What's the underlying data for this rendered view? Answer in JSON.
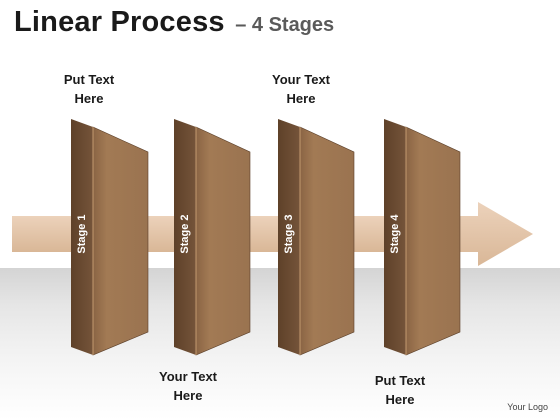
{
  "header": {
    "title": "Linear Process",
    "subtitle": "– 4 Stages"
  },
  "stages": [
    {
      "label": "Stage 1"
    },
    {
      "label": "Stage 2"
    },
    {
      "label": "Stage 3"
    },
    {
      "label": "Stage 4"
    }
  ],
  "callouts": {
    "top_1": {
      "line1": "Put Text",
      "line2": "Here"
    },
    "top_2": {
      "line1": "Your Text",
      "line2": "Here"
    },
    "bottom_1": {
      "line1": "Your Text",
      "line2": "Here"
    },
    "bottom_2": {
      "line1": "Put Text",
      "line2": "Here"
    }
  },
  "footer": {
    "logo": "Your Logo"
  },
  "colors": {
    "arrow": "#e2c3a8",
    "panel_front": "#a27a54",
    "panel_side": "#6b4c32",
    "title": "#1a1a1a",
    "subtitle": "#5a5a5a"
  }
}
